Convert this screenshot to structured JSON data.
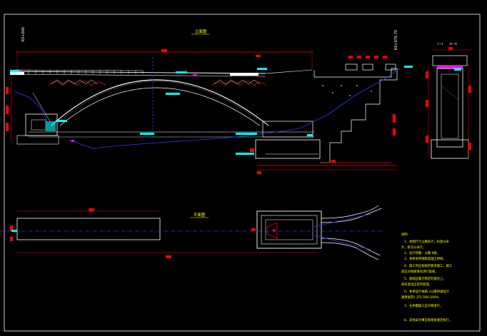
{
  "drawing": {
    "elevation_title": "立面图",
    "plan_title": "平面图",
    "left_station": "K0+000",
    "right_station": "K0+076.70",
    "section_labels": [
      "I—I",
      "II—II"
    ],
    "notes_heading": "说明:",
    "notes": [
      "1、本图尺寸以厘米计，标高以米",
      "计，桩号以米计。",
      "2、设计荷载：公路-II级，",
      "3、本桥采用钢筋混凝土拱桥。",
      "4、施工时应按规范要求施工，施工",
      "前应对地质情况进行复核，",
      "5、基础应置于稳定的基岩上，",
      "如有变化应及时处理。",
      "6、本桥设计依据《公路桥涵设计",
      "通用规范》JTG D60-2004，",
      "7、主拱圈施工应对称进行，",
      "8、其他未尽事宜按相关规范执行。"
    ],
    "colors": {
      "background": "#000000",
      "structure": "#ffffff",
      "dimension": "#ff0000",
      "text": "#ffff00",
      "centerline": "#2a3cff",
      "label": "#00ffff",
      "detail": "#ff00ff"
    }
  }
}
